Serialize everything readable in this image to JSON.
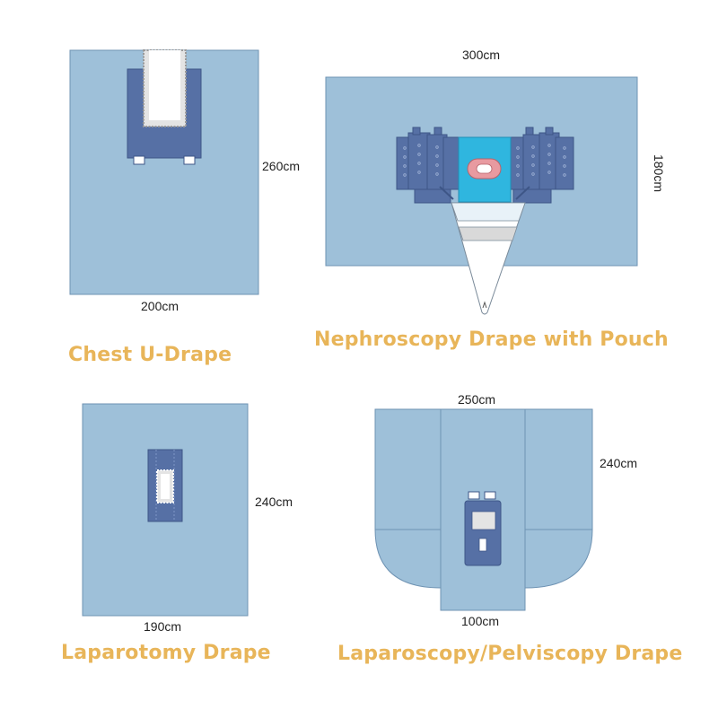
{
  "colors": {
    "drape": "#9ec0d9",
    "drape_edge": "#6f93b3",
    "panel_dark": "#5670a5",
    "panel_dark_edge": "#3e5687",
    "fenestration": "#e4e4e4",
    "pouch_cyan": "#2fb6df",
    "incise_pink": "#e89aa0",
    "title_gold": "#e8b559"
  },
  "drapes": [
    {
      "title": "Chest U-Drape",
      "width": "200cm",
      "length": "260cm"
    },
    {
      "title": "Nephroscopy Drape with Pouch",
      "width": "300cm",
      "length": "180cm"
    },
    {
      "title": "Laparotomy Drape",
      "width": "190cm",
      "length": "240cm"
    },
    {
      "title": "Laparoscopy/Pelviscopy Drape",
      "width_top": "250cm",
      "width_bottom": "100cm",
      "length": "240cm"
    }
  ]
}
